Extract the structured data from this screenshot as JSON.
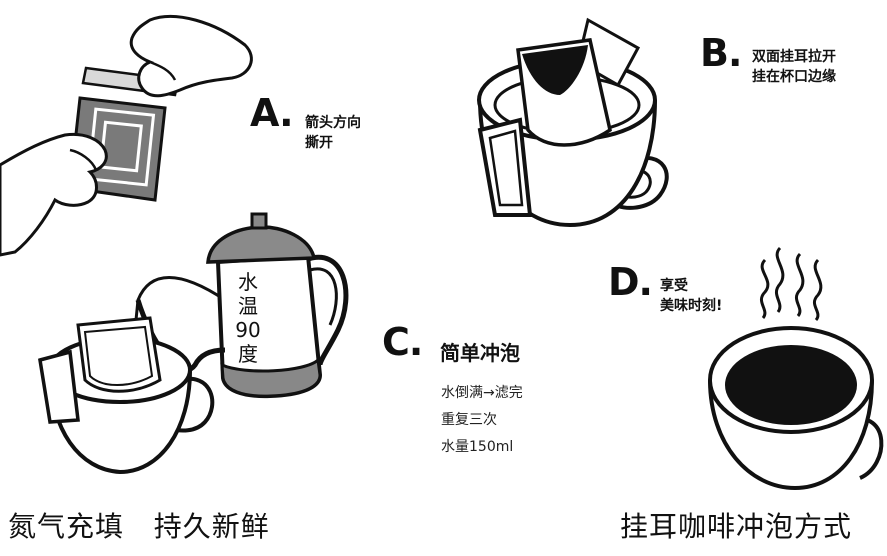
{
  "steps": {
    "a": {
      "letter": "A.",
      "line1": "箭头方向",
      "line2": "撕开"
    },
    "b": {
      "letter": "B.",
      "line1": "双面挂耳拉开",
      "line2": "挂在杯口边缘"
    },
    "c": {
      "letter": "C.",
      "title": "简单冲泡",
      "details": [
        "水倒满→滤完",
        "重复三次",
        "水量150ml"
      ]
    },
    "d": {
      "letter": "D.",
      "line1": "享受",
      "line2": "美味时刻!"
    }
  },
  "kettle": {
    "lines": [
      "水",
      "温",
      "90",
      "度"
    ]
  },
  "footer": {
    "left": "氮气充填   持久新鲜",
    "right": "挂耳咖啡冲泡方式"
  }
}
